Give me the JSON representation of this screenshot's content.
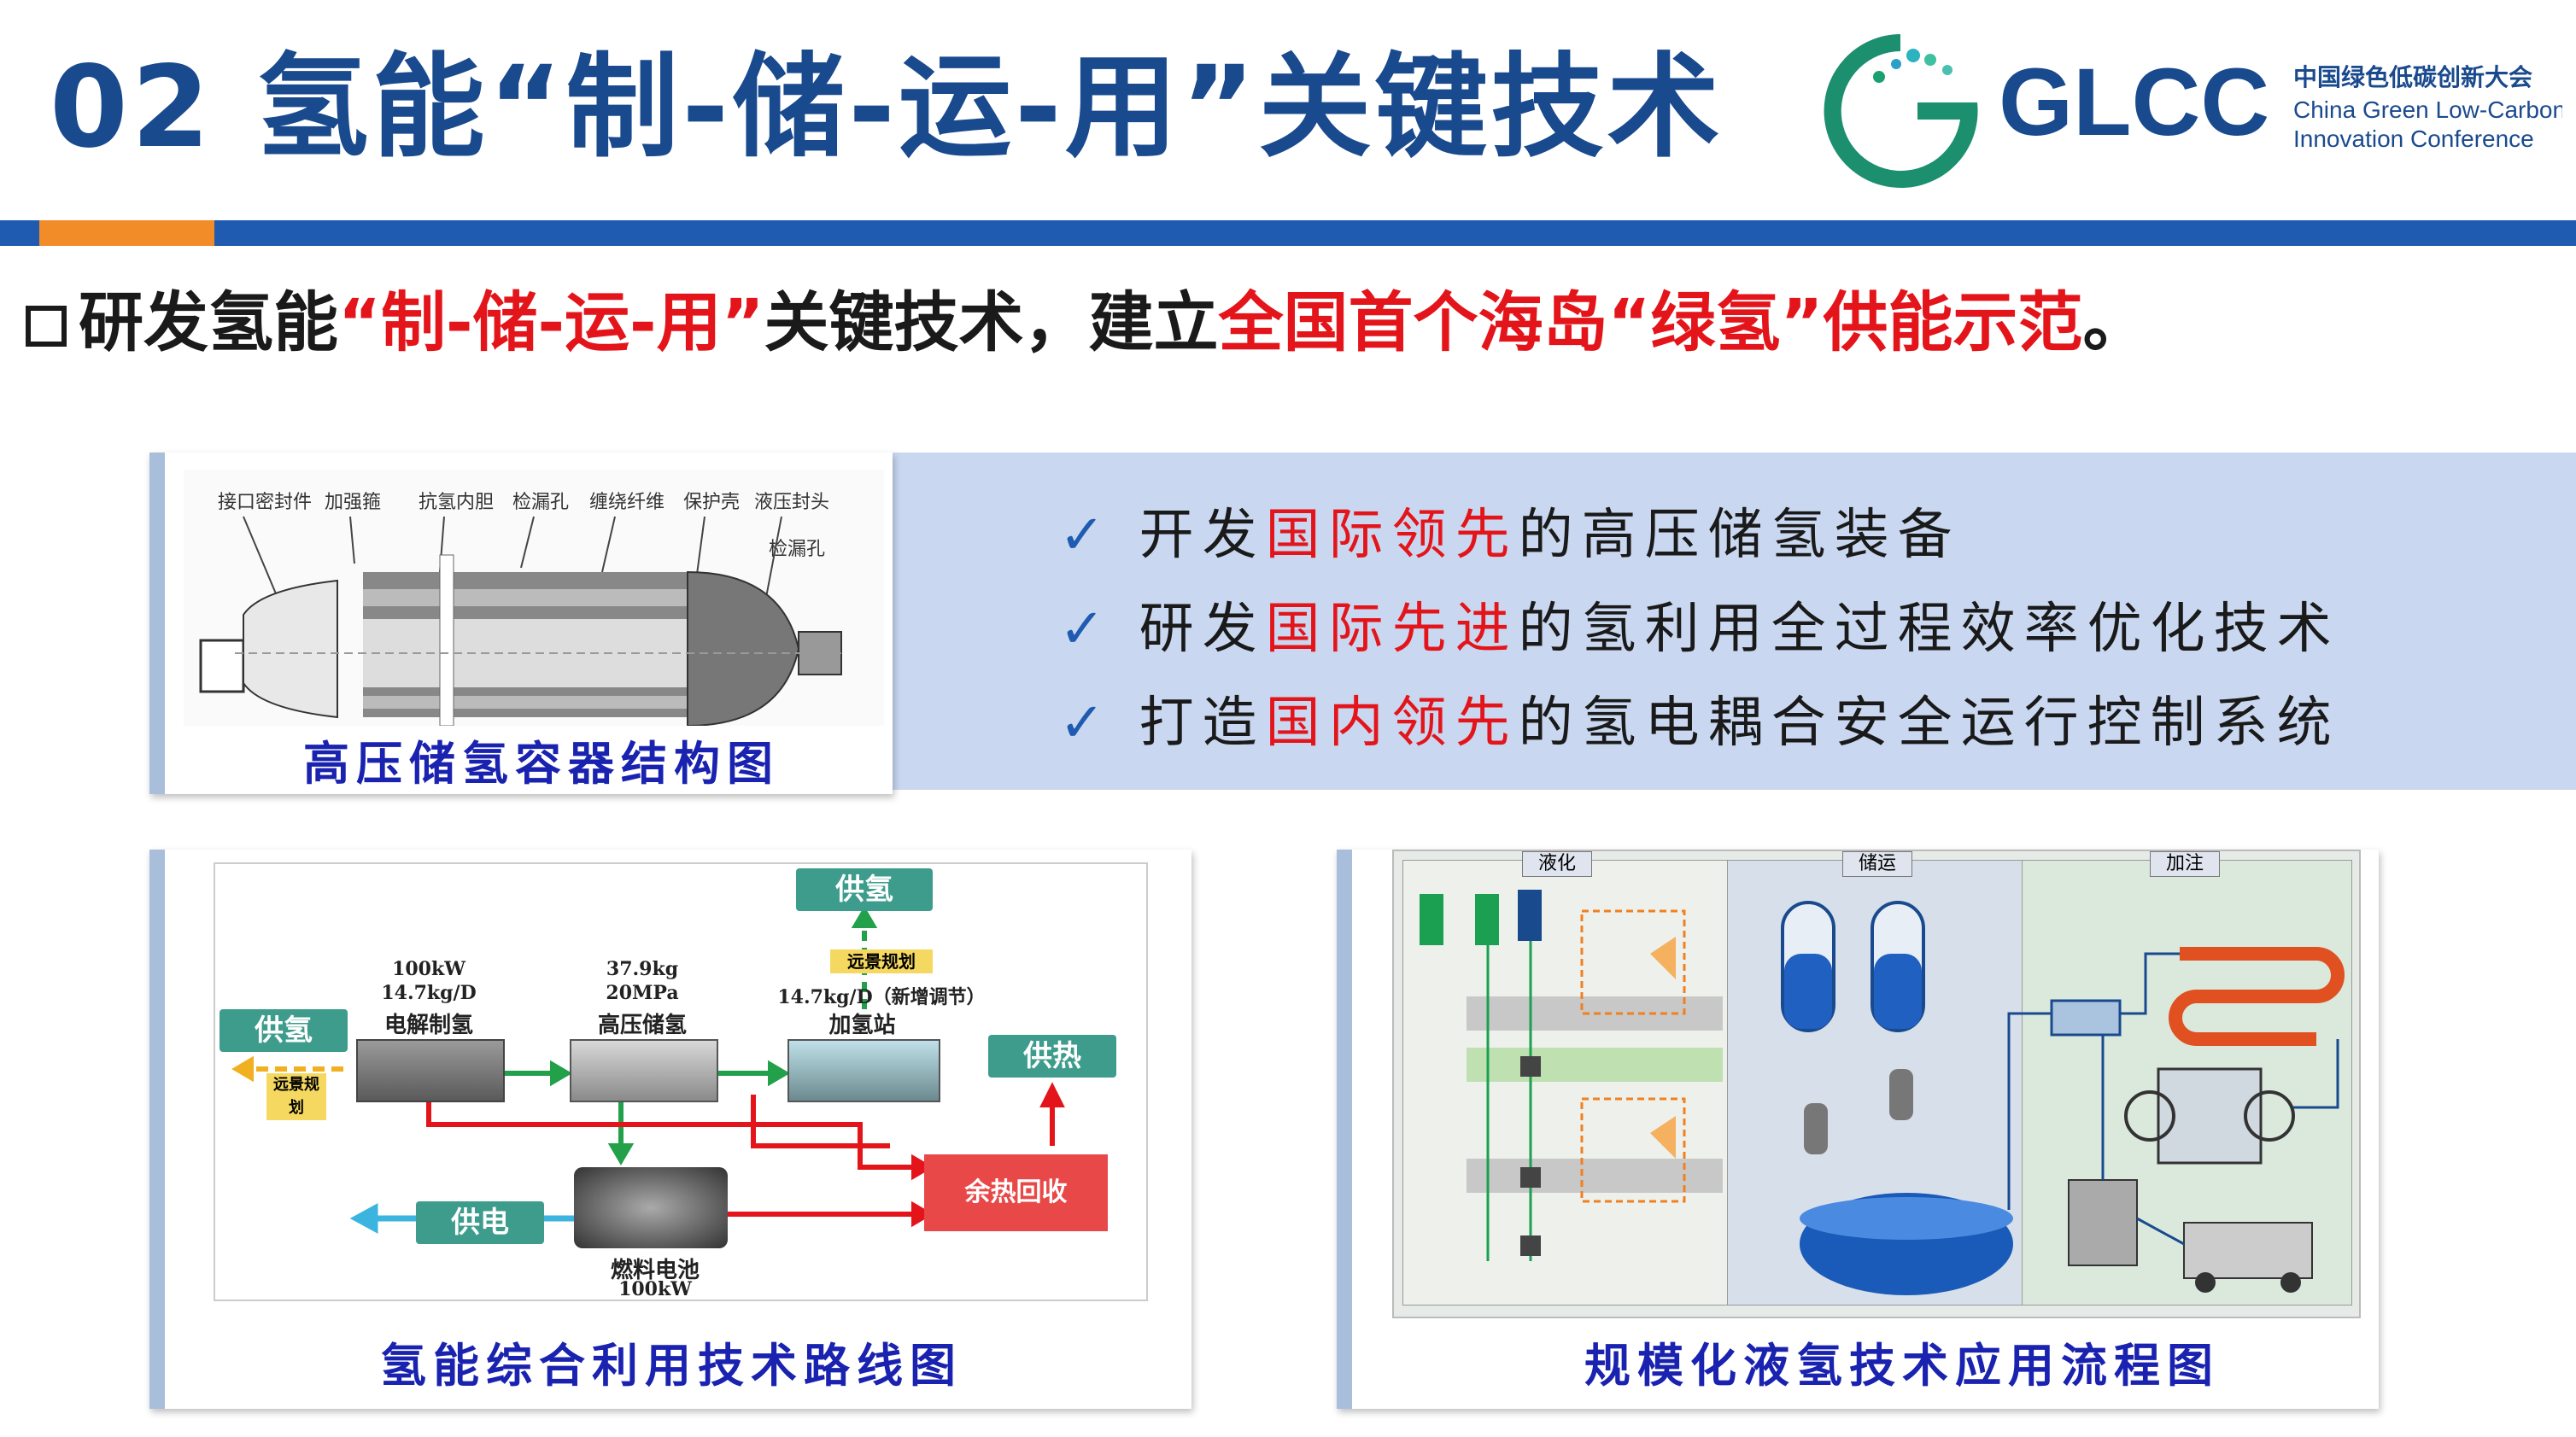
{
  "header": {
    "title": "02 氢能“制-储-运-用”关键技术",
    "logo": {
      "name": "GLCC",
      "cn": "中国绿色低碳创新大会",
      "en_line1": "China Green Low-Carbon",
      "en_line2": "Innovation Conference"
    }
  },
  "headline": {
    "text1": "研发氢能",
    "text2": "“制-储-运-用”",
    "text3": "关键技术，建立",
    "text4": "全国首个海岛“绿氢”供能示范",
    "text5": "。"
  },
  "panel_top": {
    "caption": "高压储氢容器结构图",
    "labels": [
      "接口密封件",
      "加强箍",
      "抗氢内胆",
      "检漏孔",
      "缠绕纤维",
      "保护壳",
      "液压封头",
      "检漏孔"
    ]
  },
  "bullets": [
    {
      "pre": "开发",
      "red": "国际领先",
      "post": "的高压储氢装备"
    },
    {
      "pre": "研发",
      "red": "国际先进",
      "post": "的氢利用全过程效率优化技术"
    },
    {
      "pre": "打造",
      "red": "国内领先",
      "post": "的氢电耦合安全运行控制系统"
    }
  ],
  "panel_left": {
    "caption": "氢能综合利用技术路线图",
    "tags": {
      "supply_h2_top": "供氢",
      "supply_h2_left": "供氢",
      "supply_heat": "供热",
      "supply_power": "供电"
    },
    "elec": {
      "line1": "100kW",
      "line2": "14.7kg/D",
      "name": "电解制氢"
    },
    "storage": {
      "line1": "37.9kg",
      "line2": "20MPa",
      "name": "高压储氢"
    },
    "station": {
      "line1": "14.7kg/D（新增调节）",
      "name": "加氢站"
    },
    "fuel_cell": {
      "name": "燃料电池",
      "line1": "100kW"
    },
    "heat_recovery": "余热回收",
    "remote_ship": "远景规划",
    "remote_left": "远景规划"
  },
  "panel_right": {
    "caption": "规模化液氢技术应用流程图",
    "sections": [
      "液化",
      "储运",
      "加注"
    ]
  },
  "colors": {
    "blue": "#1f5bb0",
    "orange": "#f28c28",
    "red": "#e3151b",
    "teal": "#3e9c8c"
  }
}
